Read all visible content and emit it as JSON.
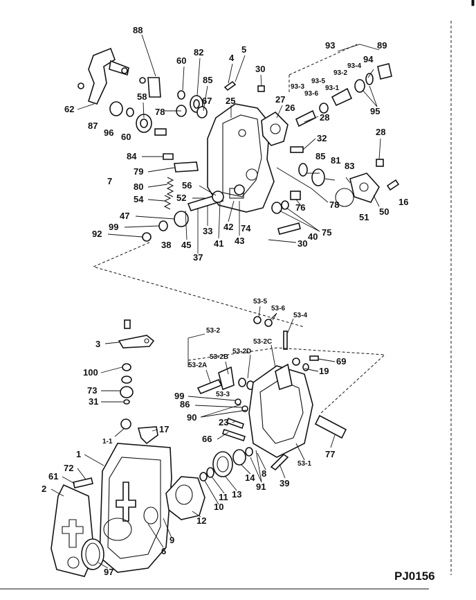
{
  "figure_code": "PJ0156",
  "callouts_upper": [
    "88",
    "60",
    "82",
    "4",
    "5",
    "30",
    "93",
    "89",
    "94",
    "93-3",
    "93-5",
    "93-2",
    "93-4",
    "93-6",
    "93-1",
    "95",
    "62",
    "87",
    "96",
    "60",
    "58",
    "78",
    "85",
    "67",
    "25",
    "27",
    "26",
    "28",
    "32",
    "28",
    "84",
    "7",
    "79",
    "80",
    "54",
    "56",
    "52",
    "47",
    "99",
    "92",
    "38",
    "45",
    "37",
    "33",
    "41",
    "42",
    "43",
    "74",
    "85",
    "81",
    "83",
    "76",
    "78",
    "50",
    "51",
    "16",
    "75",
    "40",
    "30"
  ],
  "callouts_lower": [
    "53-5",
    "53-6",
    "53-4",
    "53-2",
    "53-2C",
    "53-2D",
    "53-2B",
    "53-2A",
    "69",
    "19",
    "3",
    "100",
    "73",
    "31",
    "99",
    "53-3",
    "86",
    "90",
    "23",
    "66",
    "77",
    "53-1",
    "1-1",
    "17",
    "1",
    "72",
    "61",
    "2",
    "97",
    "6",
    "9",
    "12",
    "10",
    "11",
    "13",
    "14",
    "91",
    "8",
    "39"
  ]
}
